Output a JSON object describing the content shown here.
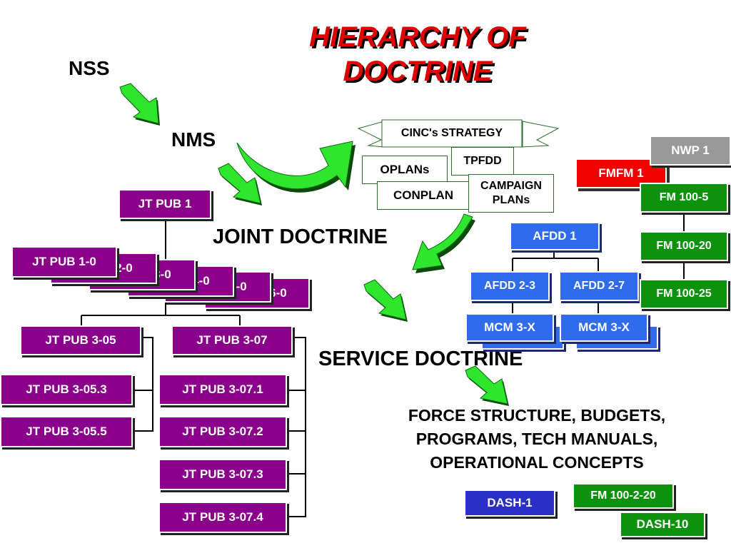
{
  "title": {
    "line1": "HIERARCHY OF",
    "line2": "DOCTRINE"
  },
  "labels": {
    "nss": "NSS",
    "nms": "NMS",
    "joint_doctrine": "JOINT DOCTRINE",
    "service_doctrine": "SERVICE DOCTRINE",
    "outputs": [
      "FORCE STRUCTURE, BUDGETS,",
      "PROGRAMS, TECH MANUALS,",
      "OPERATIONAL CONCEPTS"
    ]
  },
  "strategy": {
    "cinc": "CINC's STRATEGY",
    "tpfdd": "TPFDD",
    "oplans": "OPLANs",
    "conplan": "CONPLAN",
    "campaign": [
      "CAMPAIGN",
      "PLANs"
    ]
  },
  "joint": {
    "top": "JT PUB 1",
    "stack": [
      "JT PUB 1-0",
      "JT PUB 2-0",
      "JT PUB 3-0",
      "JT PUB 4-0",
      "JT PUB 5-0",
      "JT PUB 6-0"
    ],
    "branch_a": "JT PUB 3-05",
    "branch_b": "JT PUB 3-07",
    "sub_a": [
      "JT PUB 3-05.3",
      "JT PUB 3-05.5"
    ],
    "sub_b": [
      "JT PUB 3-07.1",
      "JT PUB 3-07.2",
      "JT PUB 3-07.3",
      "JT PUB 3-07.4"
    ]
  },
  "air": {
    "top": "AFDD 1",
    "mid": [
      "AFDD 2-3",
      "AFDD 2-7"
    ],
    "bottom": [
      "MCM 3-X",
      "MCM 3-X"
    ]
  },
  "navy_marine": {
    "nwp": "NWP 1",
    "fmfm": "FMFM 1"
  },
  "army": [
    "FM 100-5",
    "FM 100-20",
    "FM 100-25"
  ],
  "manuals": {
    "dash1": "DASH-1",
    "fm": "FM 100-2-20",
    "dash10": "DASH-10"
  },
  "colors": {
    "title": "#E00000",
    "joint": "#8B008B",
    "air": "#2F6BEB",
    "army": "#0C920C",
    "marine": "#F00000",
    "navy": "#999999",
    "arrow": "#00E000"
  }
}
